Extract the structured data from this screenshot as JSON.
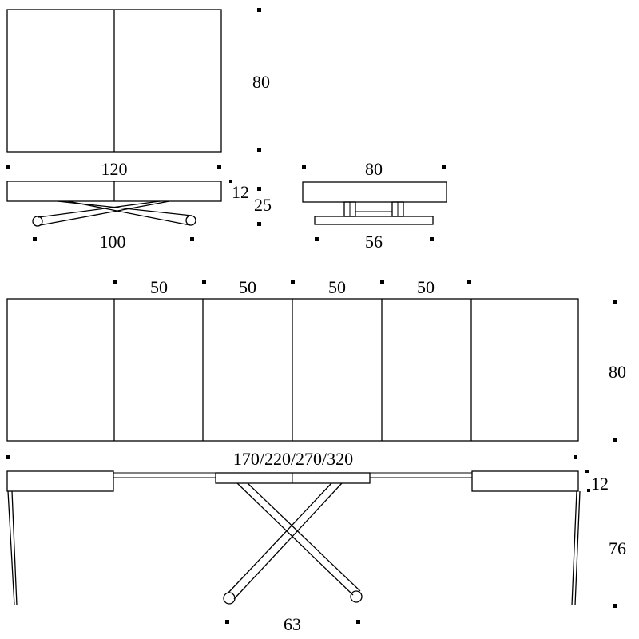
{
  "colors": {
    "line": "#000000",
    "background": "#ffffff"
  },
  "views": {
    "compact_top": {
      "depth": "80",
      "width": "120"
    },
    "compact_side": {
      "top_thickness": "12",
      "height": "25",
      "leg_span": "100"
    },
    "compact_end": {
      "depth": "80",
      "base": "56"
    },
    "extended_top": {
      "leaf_1": "50",
      "leaf_2": "50",
      "leaf_3": "50",
      "leaf_4": "50",
      "depth": "80",
      "length": "170/220/270/320"
    },
    "extended_side": {
      "top_thickness": "12",
      "height": "76",
      "leg_span": "63"
    }
  }
}
